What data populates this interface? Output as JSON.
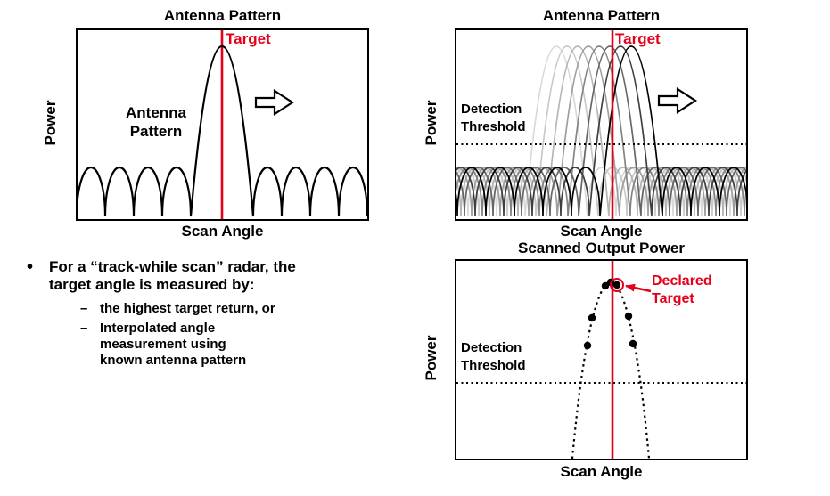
{
  "colors": {
    "accent_red": "#e50019",
    "beam_grays": [
      "#d9d9d9",
      "#c9c9c9",
      "#b5b5b5",
      "#9e9e9e",
      "#848484",
      "#666666",
      "#3f3f3f",
      "#000000"
    ]
  },
  "panels": {
    "top_left": {
      "title": "Antenna Pattern",
      "y_label": "Power",
      "x_label": "Scan Angle",
      "target_label": "Target",
      "pattern_label": "Antenna Pattern"
    },
    "top_right": {
      "title": "Antenna Pattern",
      "y_label": "Power",
      "x_label": "Scan Angle",
      "target_label": "Target",
      "threshold_label": "Detection Threshold"
    },
    "bottom_right": {
      "title": "Scanned Output Power",
      "y_label": "Power",
      "x_label": "Scan Angle",
      "threshold_label": "Detection Threshold",
      "declared_target_label": "Declared Target"
    }
  },
  "bullets": {
    "marker": "•",
    "dash": "–",
    "main_text": "For a “track-while scan”  radar, the target angle is measured by:",
    "sub_items": [
      "the highest target return, or",
      "Interpolated angle measurement using known antenna pattern"
    ]
  },
  "chart_data": [
    {
      "type": "line",
      "title": "Antenna Pattern",
      "xlabel": "Scan Angle",
      "ylabel": "Power",
      "annotations": [
        "Target",
        "Antenna Pattern"
      ],
      "content": "single antenna pattern: tall main lobe centered on red target line with small sidelobes on both sides; hollow arrow indicates scan direction"
    },
    {
      "type": "line",
      "title": "Antenna Pattern",
      "xlabel": "Scan Angle",
      "ylabel": "Power",
      "annotations": [
        "Target",
        "Detection Threshold"
      ],
      "content": "many overlapping antenna patterns shaded light gray to black sweeping across the target line; dotted horizontal detection threshold; hollow arrow indicates scan direction"
    },
    {
      "type": "scatter",
      "title": "Scanned Output Power",
      "xlabel": "Scan Angle",
      "ylabel": "Power",
      "annotations": [
        "Declared Target",
        "Detection Threshold"
      ],
      "points_visible": 7,
      "content": "dotted bell-shaped output power curve centered on red target line with sampled black dots; topmost dot circled in red and marked as declared target"
    }
  ]
}
